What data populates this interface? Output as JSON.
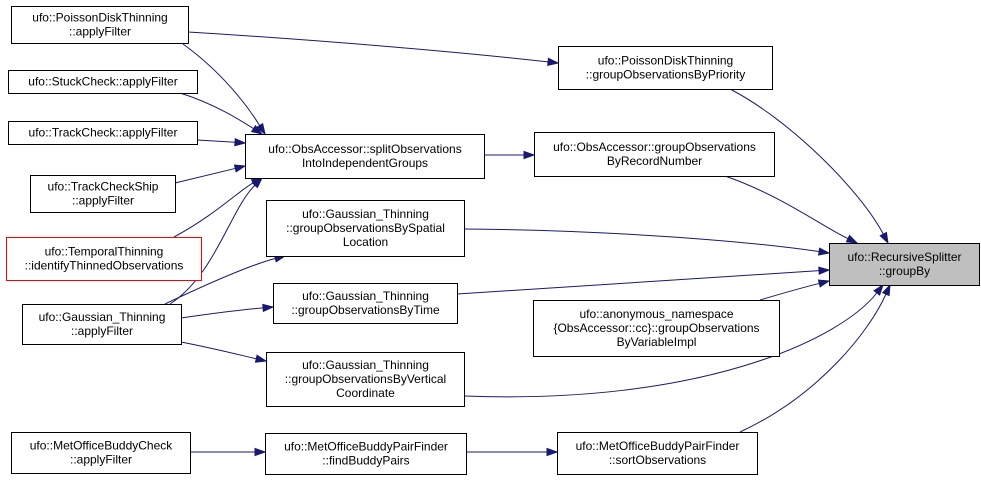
{
  "nodes": [
    {
      "id": "pdt_apply",
      "lines": [
        "ufo::PoissonDiskThinning",
        "::applyFilter"
      ],
      "border": "#000000"
    },
    {
      "id": "stuck",
      "lines": [
        "ufo::StuckCheck::applyFilter"
      ],
      "border": "#000000"
    },
    {
      "id": "track",
      "lines": [
        "ufo::TrackCheck::applyFilter"
      ],
      "border": "#000000"
    },
    {
      "id": "trackship",
      "lines": [
        "ufo::TrackCheckShip",
        "::applyFilter"
      ],
      "border": "#000000"
    },
    {
      "id": "temporal",
      "lines": [
        "ufo::TemporalThinning",
        "::identifyThinnedObservations"
      ],
      "border": "#ff0000"
    },
    {
      "id": "gauss_apply",
      "lines": [
        "ufo::Gaussian_Thinning",
        "::applyFilter"
      ],
      "border": "#000000"
    },
    {
      "id": "mobc_apply",
      "lines": [
        "ufo::MetOfficeBuddyCheck",
        "::applyFilter"
      ],
      "border": "#000000"
    },
    {
      "id": "split",
      "lines": [
        "ufo::ObsAccessor::splitObservations",
        "IntoIndependentGroups"
      ],
      "border": "#000000"
    },
    {
      "id": "gauss_spatial",
      "lines": [
        "ufo::Gaussian_Thinning",
        "::groupObservationsBySpatial",
        "Location"
      ],
      "border": "#000000"
    },
    {
      "id": "gauss_time",
      "lines": [
        "ufo::Gaussian_Thinning",
        "::groupObservationsByTime"
      ],
      "border": "#000000"
    },
    {
      "id": "gauss_vert",
      "lines": [
        "ufo::Gaussian_Thinning",
        "::groupObservationsByVertical",
        "Coordinate"
      ],
      "border": "#000000"
    },
    {
      "id": "find_buddy",
      "lines": [
        "ufo::MetOfficeBuddyPairFinder",
        "::findBuddyPairs"
      ],
      "border": "#000000"
    },
    {
      "id": "pdt_group",
      "lines": [
        "ufo::PoissonDiskThinning",
        "::groupObservationsByPriority"
      ],
      "border": "#000000"
    },
    {
      "id": "group_record",
      "lines": [
        "ufo::ObsAccessor::groupObservations",
        "ByRecordNumber"
      ],
      "border": "#000000"
    },
    {
      "id": "anon_var",
      "lines": [
        "ufo::anonymous_namespace",
        "{ObsAccessor::cc}::groupObservations",
        "ByVariableImpl"
      ],
      "border": "#000000"
    },
    {
      "id": "sort_obs",
      "lines": [
        "ufo::MetOfficeBuddyPairFinder",
        "::sortObservations"
      ],
      "border": "#000000"
    },
    {
      "id": "root",
      "lines": [
        "ufo::RecursiveSplitter",
        "::groupBy"
      ],
      "border": "#000000",
      "fill": "#bfbfbf"
    }
  ],
  "edges": [
    {
      "from": "pdt_apply",
      "to": "split"
    },
    {
      "from": "pdt_apply",
      "to": "pdt_group"
    },
    {
      "from": "stuck",
      "to": "split"
    },
    {
      "from": "track",
      "to": "split"
    },
    {
      "from": "trackship",
      "to": "split"
    },
    {
      "from": "temporal",
      "to": "split"
    },
    {
      "from": "gauss_apply",
      "to": "split"
    },
    {
      "from": "gauss_apply",
      "to": "gauss_spatial"
    },
    {
      "from": "gauss_apply",
      "to": "gauss_time"
    },
    {
      "from": "gauss_apply",
      "to": "gauss_vert"
    },
    {
      "from": "mobc_apply",
      "to": "find_buddy"
    },
    {
      "from": "find_buddy",
      "to": "sort_obs"
    },
    {
      "from": "split",
      "to": "group_record"
    },
    {
      "from": "pdt_group",
      "to": "root"
    },
    {
      "from": "group_record",
      "to": "root"
    },
    {
      "from": "gauss_spatial",
      "to": "root"
    },
    {
      "from": "gauss_time",
      "to": "root"
    },
    {
      "from": "anon_var",
      "to": "root"
    },
    {
      "from": "gauss_vert",
      "to": "root"
    },
    {
      "from": "sort_obs",
      "to": "root"
    }
  ],
  "colors": {
    "edge": "#191970",
    "highlight_border": "#ff0000",
    "root_fill": "#bfbfbf"
  }
}
